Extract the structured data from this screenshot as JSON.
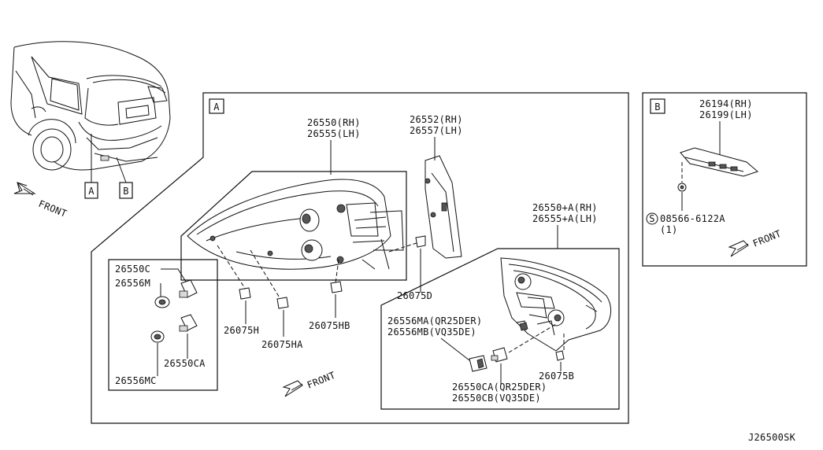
{
  "labels": {
    "callout_a": "A",
    "callout_b": "B",
    "box_a": "A",
    "box_b": "B",
    "front_top": "FRONT",
    "front_center": "FRONT",
    "front_right": "FRONT",
    "lamp_rh": "26550(RH)",
    "lamp_lh": "26555(LH)",
    "finisher_rh": "26552(RH)",
    "finisher_lh": "26557(LH)",
    "bulb_c": "26550C",
    "socket_m": "26556M",
    "clip_h": "26075H",
    "clip_ha": "26075HA",
    "clip_hb": "26075HB",
    "clip_d": "26075D",
    "bulb_ca": "26550CA",
    "socket_mc": "26556MC",
    "inner_rh": "26550+A(RH)",
    "inner_lh": "26555+A(LH)",
    "socket_ma": "26556MA(QR25DER)",
    "socket_mb": "26556MB(VQ35DE)",
    "nut_b": "26075B",
    "inner_bulb_ca": "26550CA(QR25DER)",
    "inner_bulb_cb": "26550CB(VQ35DE)",
    "stop_rh": "26194(RH)",
    "stop_lh": "26199(LH)",
    "screw_s": "S",
    "screw_part": "08566-6122A",
    "screw_qty": "(1)",
    "diagram_code": "J26500SK"
  }
}
